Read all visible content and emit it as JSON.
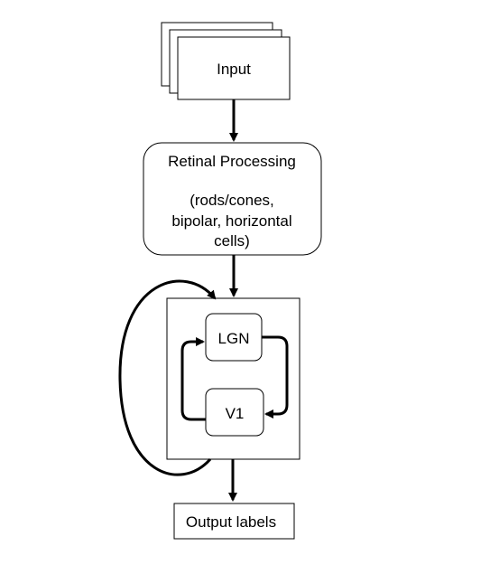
{
  "diagram": {
    "input_label": "Input",
    "retinal": {
      "title": "Retinal Processing",
      "detail_line1": "(rods/cones,",
      "detail_line2": "bipolar, horizontal",
      "detail_line3": "cells)"
    },
    "lgn_label": "LGN",
    "v1_label": "V1",
    "output_label": "Output labels"
  },
  "colors": {
    "stroke": "#000000",
    "fill": "#ffffff"
  }
}
